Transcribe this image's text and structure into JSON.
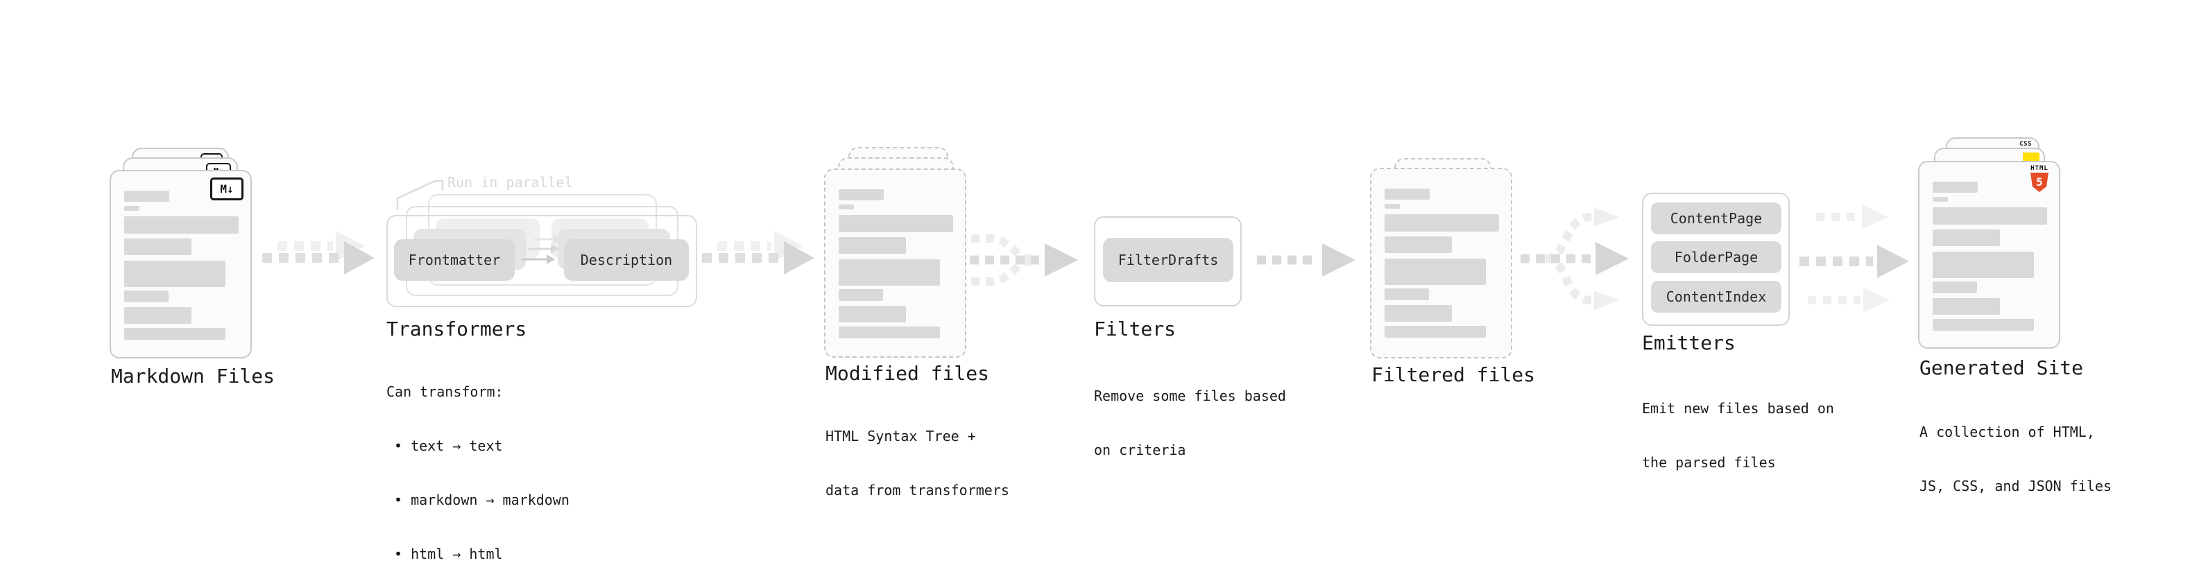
{
  "diagram": {
    "markdown": {
      "label": "Markdown Files",
      "badge": "M↓"
    },
    "transformers": {
      "label": "Transformers",
      "note": "Run in parallel",
      "frontmatter": "Frontmatter",
      "description": "Description",
      "desc_heading": "Can transform:",
      "bullets": [
        "• text → text",
        "• markdown → markdown",
        "• html → html"
      ]
    },
    "modified": {
      "label": "Modified files",
      "desc_line1": "HTML Syntax Tree +",
      "desc_line2": "data from transformers"
    },
    "filters": {
      "label": "Filters",
      "pill": "FilterDrafts",
      "desc_line1": "Remove some files based",
      "desc_line2": "on criteria"
    },
    "filtered": {
      "label": "Filtered files"
    },
    "emitters": {
      "label": "Emitters",
      "pills": [
        "ContentPage",
        "FolderPage",
        "ContentIndex"
      ],
      "desc_line1": "Emit new files based on",
      "desc_line2": "the parsed files"
    },
    "generated": {
      "label": "Generated Site",
      "desc_line1": "A collection of HTML,",
      "desc_line2": "JS, CSS, and JSON files",
      "css_badge": "CSS",
      "html_badge_text": "HTML",
      "html_badge_number": "5"
    }
  },
  "colors": {
    "ink": "#1b1b1b",
    "card_bg": "#fbfbfb",
    "card_border": "#c9c9c9",
    "bar": "#d9d9d9",
    "pill": "#dadada",
    "outline": "#dbdbdb",
    "arrow": "#d5d5d5",
    "arrow_faint": "#efefef",
    "note_gray": "#d8d8d8",
    "css_blue": "#2965f1",
    "js_yellow": "#ffdf00",
    "html_orange": "#e44d26"
  },
  "decor": {
    "document_bars": [
      [
        65,
        16,
        0
      ],
      [
        22,
        7,
        6
      ],
      [
        165,
        25,
        8
      ],
      [
        97,
        24,
        7
      ],
      [
        146,
        38,
        8
      ],
      [
        64,
        17,
        5
      ],
      [
        97,
        24,
        7
      ],
      [
        146,
        17,
        6
      ]
    ]
  }
}
